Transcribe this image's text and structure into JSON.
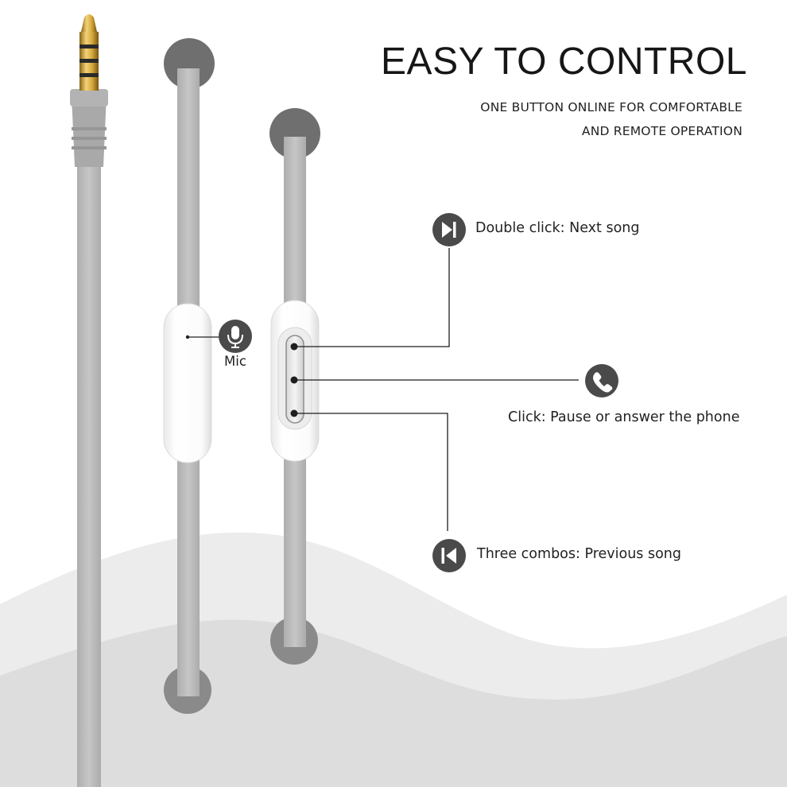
{
  "header": {
    "title": "EASY TO CONTROL",
    "subtitle_line1": "ONE BUTTON ONLINE FOR COMFORTABLE",
    "subtitle_line2": "AND REMOTE OPERATION"
  },
  "features": {
    "next": {
      "label": "Double click: Next song",
      "icon": "next-track-icon"
    },
    "pause": {
      "label": "Click: Pause or answer the phone",
      "icon": "phone-icon"
    },
    "previous": {
      "label": "Three combos: Previous song",
      "icon": "previous-track-icon"
    },
    "mic": {
      "label": "Mic",
      "icon": "microphone-icon"
    }
  },
  "colors": {
    "cable": "#bdbdbd",
    "cable_end": "#8a8a8a",
    "icon_circle": "#4a4a4a",
    "plug_gold": "#d4a93c",
    "wave": "#e3e3e3"
  }
}
